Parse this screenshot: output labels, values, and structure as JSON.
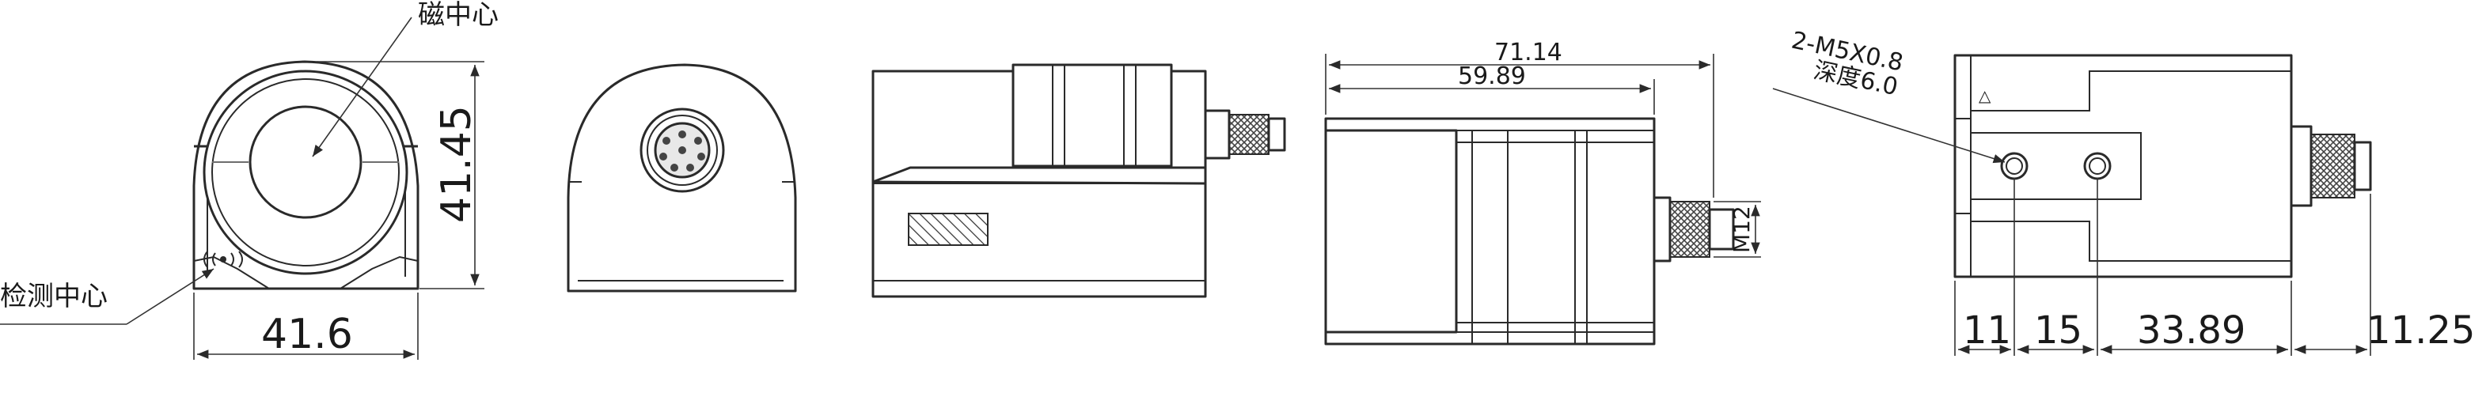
{
  "front_view": {
    "magnetic_center_label": "磁中心",
    "detection_center_label": "检测中心",
    "height_dim": "41.45",
    "width_dim": "41.6"
  },
  "side_view": {
    "overall_length_dim": "71.14",
    "body_length_dim": "59.89",
    "thread_dim": "M12"
  },
  "bottom_view": {
    "hole_note_line1": "2-M5X0.8",
    "hole_note_line2": "深度6.0",
    "dim_1": "11",
    "dim_2": "15",
    "dim_3": "33.89",
    "dim_4": "11.25"
  }
}
